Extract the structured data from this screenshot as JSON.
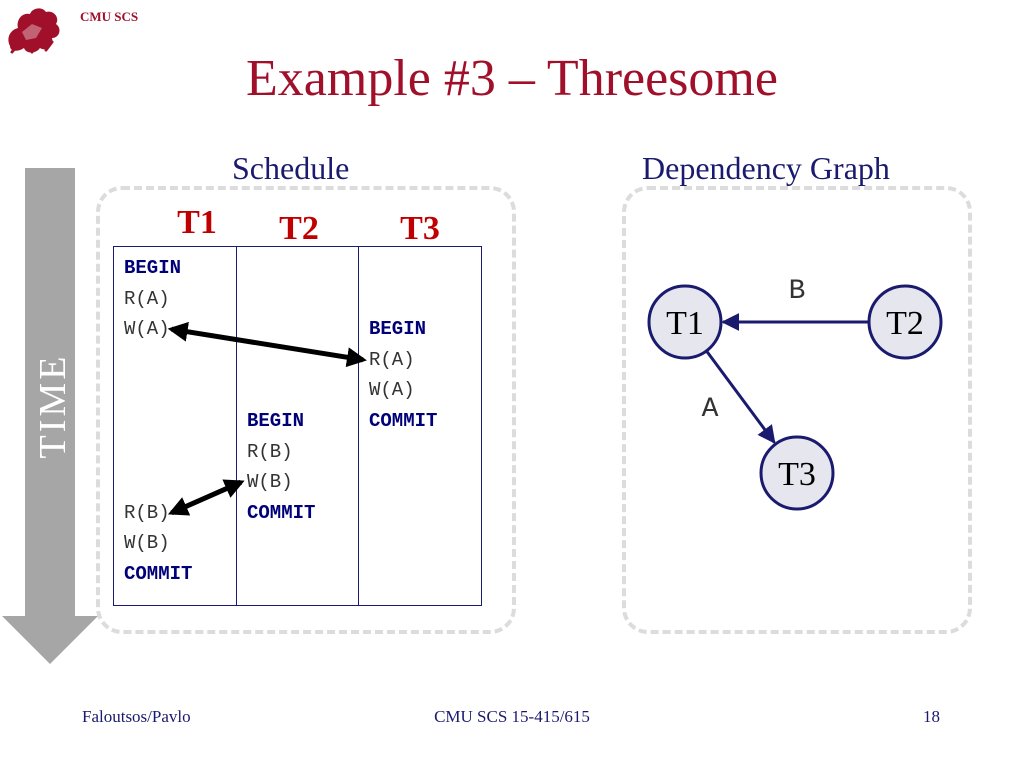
{
  "header": {
    "org_label": "CMU SCS",
    "title": "Example #3 – Threesome"
  },
  "time_axis": {
    "label": "TIME"
  },
  "schedule": {
    "heading": "Schedule",
    "transactions": [
      "T1",
      "T2",
      "T3"
    ],
    "operations": [
      {
        "txn": "T1",
        "row": 0,
        "text": "BEGIN",
        "keyword": true
      },
      {
        "txn": "T1",
        "row": 1,
        "text": "R(A)",
        "keyword": false
      },
      {
        "txn": "T1",
        "row": 2,
        "text": "W(A)",
        "keyword": false
      },
      {
        "txn": "T3",
        "row": 2,
        "text": "BEGIN",
        "keyword": true
      },
      {
        "txn": "T3",
        "row": 3,
        "text": "R(A)",
        "keyword": false
      },
      {
        "txn": "T3",
        "row": 4,
        "text": "W(A)",
        "keyword": false
      },
      {
        "txn": "T2",
        "row": 5,
        "text": "BEGIN",
        "keyword": true
      },
      {
        "txn": "T3",
        "row": 5,
        "text": "COMMIT",
        "keyword": true
      },
      {
        "txn": "T2",
        "row": 6,
        "text": "R(B)",
        "keyword": false
      },
      {
        "txn": "T2",
        "row": 7,
        "text": "W(B)",
        "keyword": false
      },
      {
        "txn": "T1",
        "row": 8,
        "text": "R(B)",
        "keyword": false
      },
      {
        "txn": "T2",
        "row": 8,
        "text": "COMMIT",
        "keyword": true
      },
      {
        "txn": "T1",
        "row": 9,
        "text": "W(B)",
        "keyword": false
      },
      {
        "txn": "T1",
        "row": 10,
        "text": "COMMIT",
        "keyword": true
      }
    ],
    "conflicts": [
      {
        "from": {
          "txn": "T1",
          "row": 2
        },
        "to": {
          "txn": "T3",
          "row": 3
        }
      },
      {
        "from": {
          "txn": "T1",
          "row": 8
        },
        "to": {
          "txn": "T2",
          "row": 7
        }
      }
    ]
  },
  "graph": {
    "heading": "Dependency Graph",
    "nodes": [
      {
        "id": "T1",
        "label": "T1"
      },
      {
        "id": "T2",
        "label": "T2"
      },
      {
        "id": "T3",
        "label": "T3"
      }
    ],
    "edges": [
      {
        "from": "T2",
        "to": "T1",
        "label": "B"
      },
      {
        "from": "T1",
        "to": "T3",
        "label": "A"
      }
    ]
  },
  "colors": {
    "accent": "#a0102a",
    "navy": "#1a1a6e",
    "txn_header": "#c00000",
    "node_fill": "#e6e6ee",
    "arrow_gray": "#a6a6a6"
  },
  "footer": {
    "left": "Faloutsos/Pavlo",
    "center": "CMU SCS 15-415/615",
    "right": "18"
  }
}
